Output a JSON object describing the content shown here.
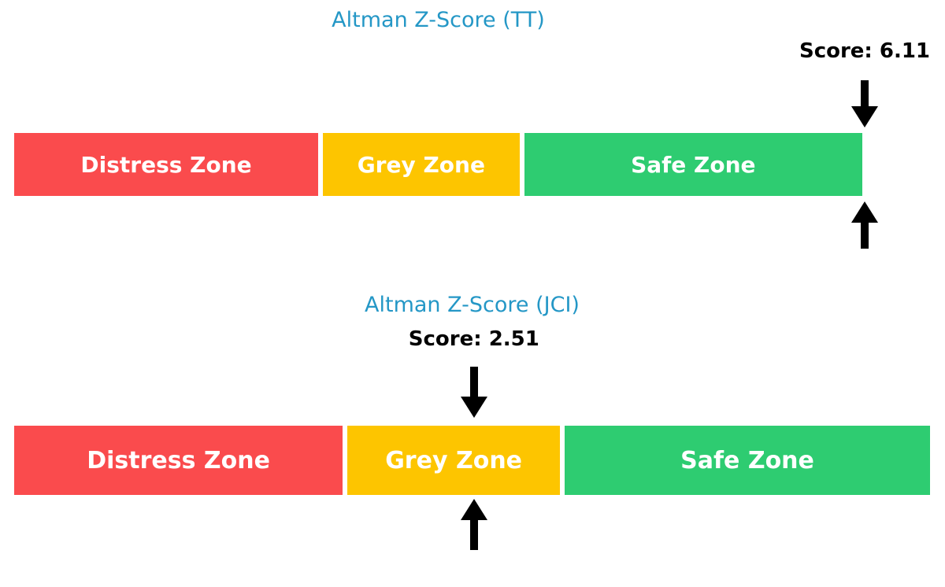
{
  "figure": {
    "background": "#ffffff",
    "title_color": "#2497c6",
    "text_color": "#000000",
    "zone_text_color": "#ffffff",
    "arrow_color": "#000000"
  },
  "chart_data": [
    {
      "type": "bar",
      "title": "Altman Z-Score (TT)",
      "score": 6.11,
      "score_label": "Score: 6.11",
      "xlim": [
        0,
        5
      ],
      "grid": false,
      "legend": false,
      "zones": [
        {
          "label": "Distress Zone",
          "from": 0,
          "to": 1.81,
          "color": "#fa4b4d"
        },
        {
          "label": "Grey Zone",
          "from": 1.81,
          "to": 2.99,
          "color": "#fdc500"
        },
        {
          "label": "Safe Zone",
          "from": 2.99,
          "to": 5,
          "color": "#2ecc71"
        }
      ]
    },
    {
      "type": "bar",
      "title": "Altman Z-Score (JCI)",
      "score": 2.51,
      "score_label": "Score: 2.51",
      "xlim": [
        0,
        5
      ],
      "grid": false,
      "legend": false,
      "zones": [
        {
          "label": "Distress Zone",
          "from": 0,
          "to": 1.81,
          "color": "#fa4b4d"
        },
        {
          "label": "Grey Zone",
          "from": 1.81,
          "to": 2.99,
          "color": "#fdc500"
        },
        {
          "label": "Safe Zone",
          "from": 2.99,
          "to": 5,
          "color": "#2ecc71"
        }
      ]
    }
  ]
}
